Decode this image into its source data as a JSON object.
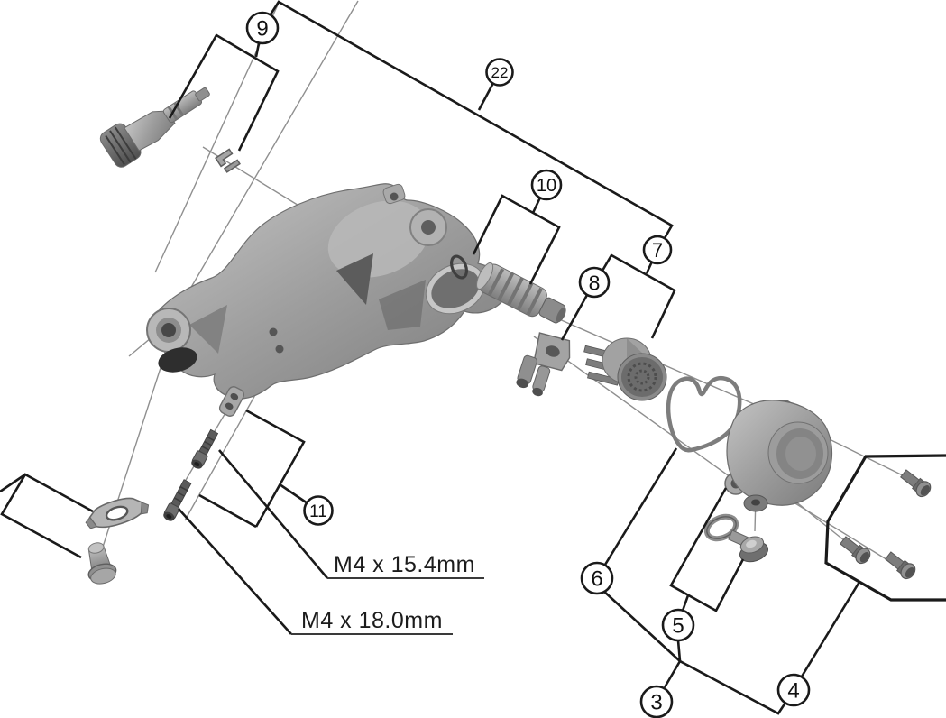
{
  "diagram": {
    "title": "exploded-parts-diagram",
    "background_color": "#ffffff",
    "bracket_line_color": "#1a1a1a",
    "leader_line_color": "#8f8f8f",
    "part_fill_color": "#9a9a9a"
  },
  "callouts": [
    {
      "number": "9"
    },
    {
      "number": "22"
    },
    {
      "number": "10"
    },
    {
      "number": "7"
    },
    {
      "number": "8"
    },
    {
      "number": "11"
    },
    {
      "number": "6"
    },
    {
      "number": "5"
    },
    {
      "number": "3"
    },
    {
      "number": "4"
    }
  ],
  "labels": [
    {
      "text": "M4 x 15.4mm"
    },
    {
      "text": "M4 x 18.0mm"
    }
  ]
}
